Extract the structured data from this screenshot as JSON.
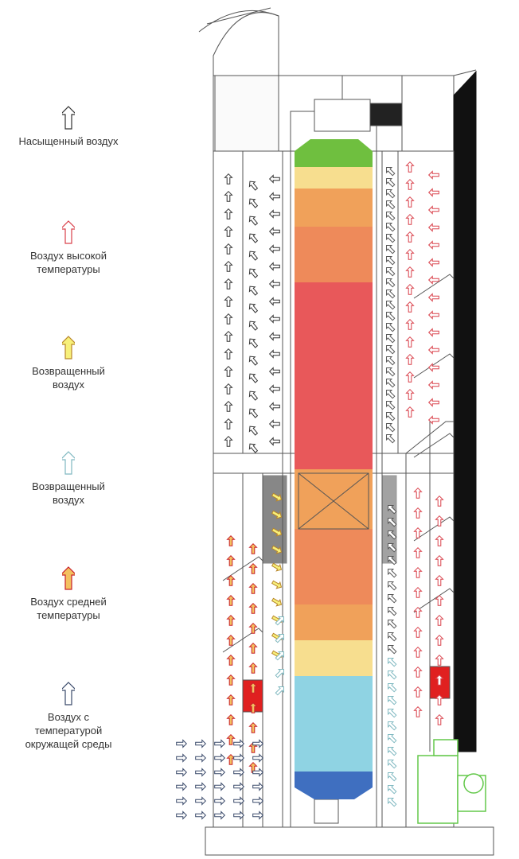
{
  "legend": [
    {
      "label": "Насыщенный воздух",
      "arrow_color": "#333333",
      "fill": "#ffffff"
    },
    {
      "label": "Воздух высокой температуры",
      "arrow_color": "#d9404a",
      "fill": "#ffffff"
    },
    {
      "label": "Возвращенный воздух",
      "arrow_color": "#b8862a",
      "fill": "#f7f07a"
    },
    {
      "label": "Возвращенный воздух",
      "arrow_color": "#7fb8c0",
      "fill": "#ffffff"
    },
    {
      "label": "Воздух средней температуры",
      "arrow_color": "#c8202a",
      "fill": "#f3c060"
    },
    {
      "label": "Воздух с температурой окружащей среды",
      "arrow_color": "#3a4a6a",
      "fill": "#ffffff"
    }
  ],
  "colors": {
    "green": "#6fbf3f",
    "light_yellow": "#f7de8f",
    "orange": "#f0a15a",
    "salmon": "#ee8a5a",
    "red": "#e8585a",
    "cyan": "#8fd3e3",
    "blue": "#3f6fc0",
    "fan": "#63c84a"
  }
}
